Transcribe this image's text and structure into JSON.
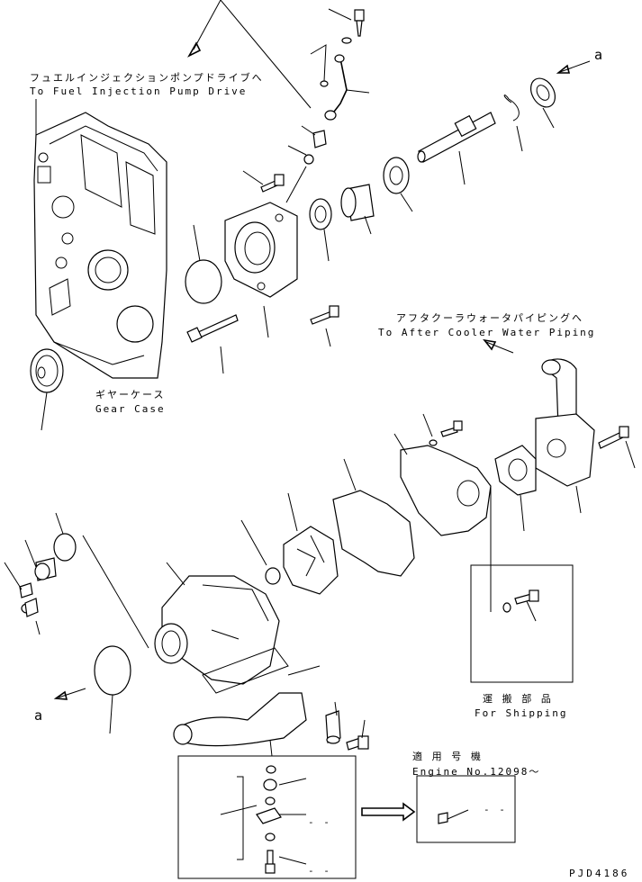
{
  "labels": {
    "fuel_pump_jp": "フュエルインジェクションポンプドライブへ",
    "fuel_pump_en": "To Fuel Injection Pump Drive",
    "aftercooler_jp": "アフタクーラウォータパイピングへ",
    "aftercooler_en": "To After Cooler Water Piping",
    "gearcase_jp": "ギヤーケース",
    "gearcase_en": "Gear Case",
    "shipping_jp": "運 搬 部 品",
    "shipping_en": "For Shipping",
    "applicable_jp": "適 用 号 機",
    "applicable_en": "Engine No.12098～",
    "ref_a_top": "a",
    "ref_a_bottom": "a",
    "dash_1": "- -",
    "dash_2": "- -",
    "dash_3": "- -",
    "drawing_code": "PJD4186"
  }
}
